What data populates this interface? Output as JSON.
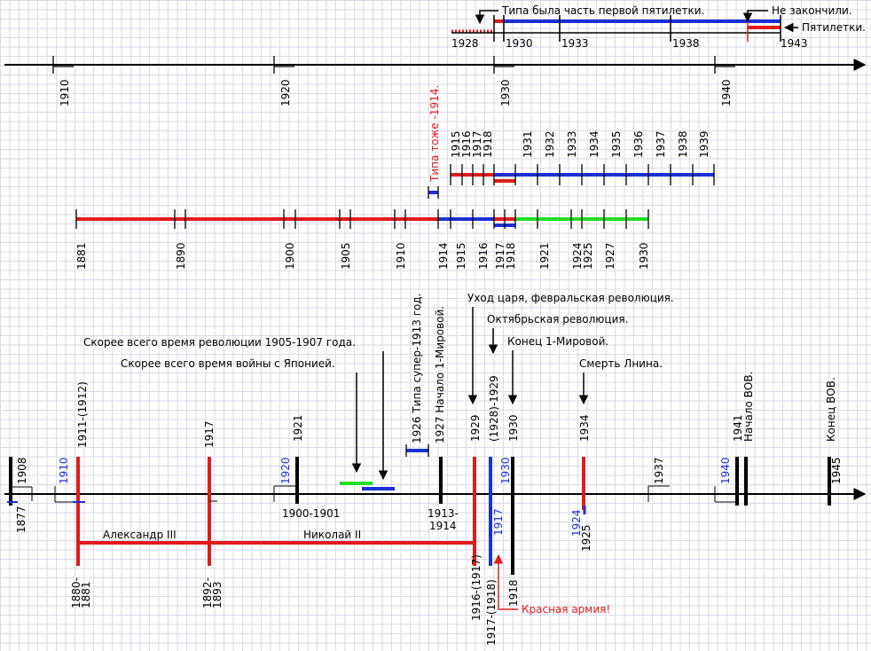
{
  "top": {
    "years": [
      "1928",
      "1930",
      "1933",
      "1938",
      "1943"
    ],
    "notes": {
      "part_of_first": "Типа была часть первой пятилетки.",
      "not_finished": "Не закончили.",
      "five_year_plans": "Пятилетки."
    }
  },
  "axis1": {
    "ticks": [
      "1910",
      "1920",
      "1930",
      "1940"
    ]
  },
  "mid": {
    "note_1914": "Типа тоже -1914.",
    "upper_years": [
      "1915",
      "1916",
      "1917",
      "1918",
      "1931",
      "1932",
      "1933",
      "1934",
      "1935",
      "1936",
      "1937",
      "1938",
      "1939"
    ],
    "lower_years": [
      "1881",
      "1890",
      "1900",
      "1905",
      "1910",
      "1914",
      "1915",
      "1916",
      "1917",
      "1918",
      "1921",
      "1924",
      "1925",
      "1927",
      "1930"
    ]
  },
  "bottom": {
    "annotations": {
      "tsar_leaves": "Уход царя, февральская революция.",
      "october": "Октябрьская революция.",
      "end_ww1": "Конец 1-Мировой.",
      "lenin_death": "Смерть Лнина.",
      "revolution_1905": "Скорее всего время революции 1905-1907 года.",
      "war_japan": "Скорее всего время войны с Японией.",
      "super_1913": "1926 Типа супер-1913 год.",
      "start_ww1": "1927 Начало 1-Мировой.",
      "red_army": "Красная армия!"
    },
    "top_labels": {
      "y1911": "1911-(1912)",
      "y1917": "1917",
      "y1921": "1921",
      "y1929": "1929",
      "y1928": "(1928)-1929",
      "y1930": "1930",
      "y1934": "1934",
      "y1941": "1941",
      "start_wwii": "Начало ВОВ.",
      "end_wwii": "Конец ВОВ."
    },
    "small_labels": {
      "y1908": "1908",
      "y1910": "1910",
      "y1920": "1920",
      "y1930b": "1930",
      "y1937": "1937",
      "y1940": "1940",
      "y1945": "1945"
    },
    "bottom_labels": {
      "y1877": "1877",
      "y1880": "1880-\n1881",
      "y1892": "1892-\n1893",
      "y1900": "1900-1901",
      "y1913": "1913-\n1914",
      "y1916": "1916-(1917)",
      "y1917b": "1917-(1918)",
      "y1917blue": "1917",
      "y1918": "1918",
      "y1924": "1924",
      "y1925": "1925"
    },
    "rulers": [
      "Александр III",
      "Николай II"
    ]
  },
  "colors": {
    "red": "#e11b1b",
    "blue": "#1c2fd6",
    "green": "#22dd22",
    "black": "#000000"
  }
}
